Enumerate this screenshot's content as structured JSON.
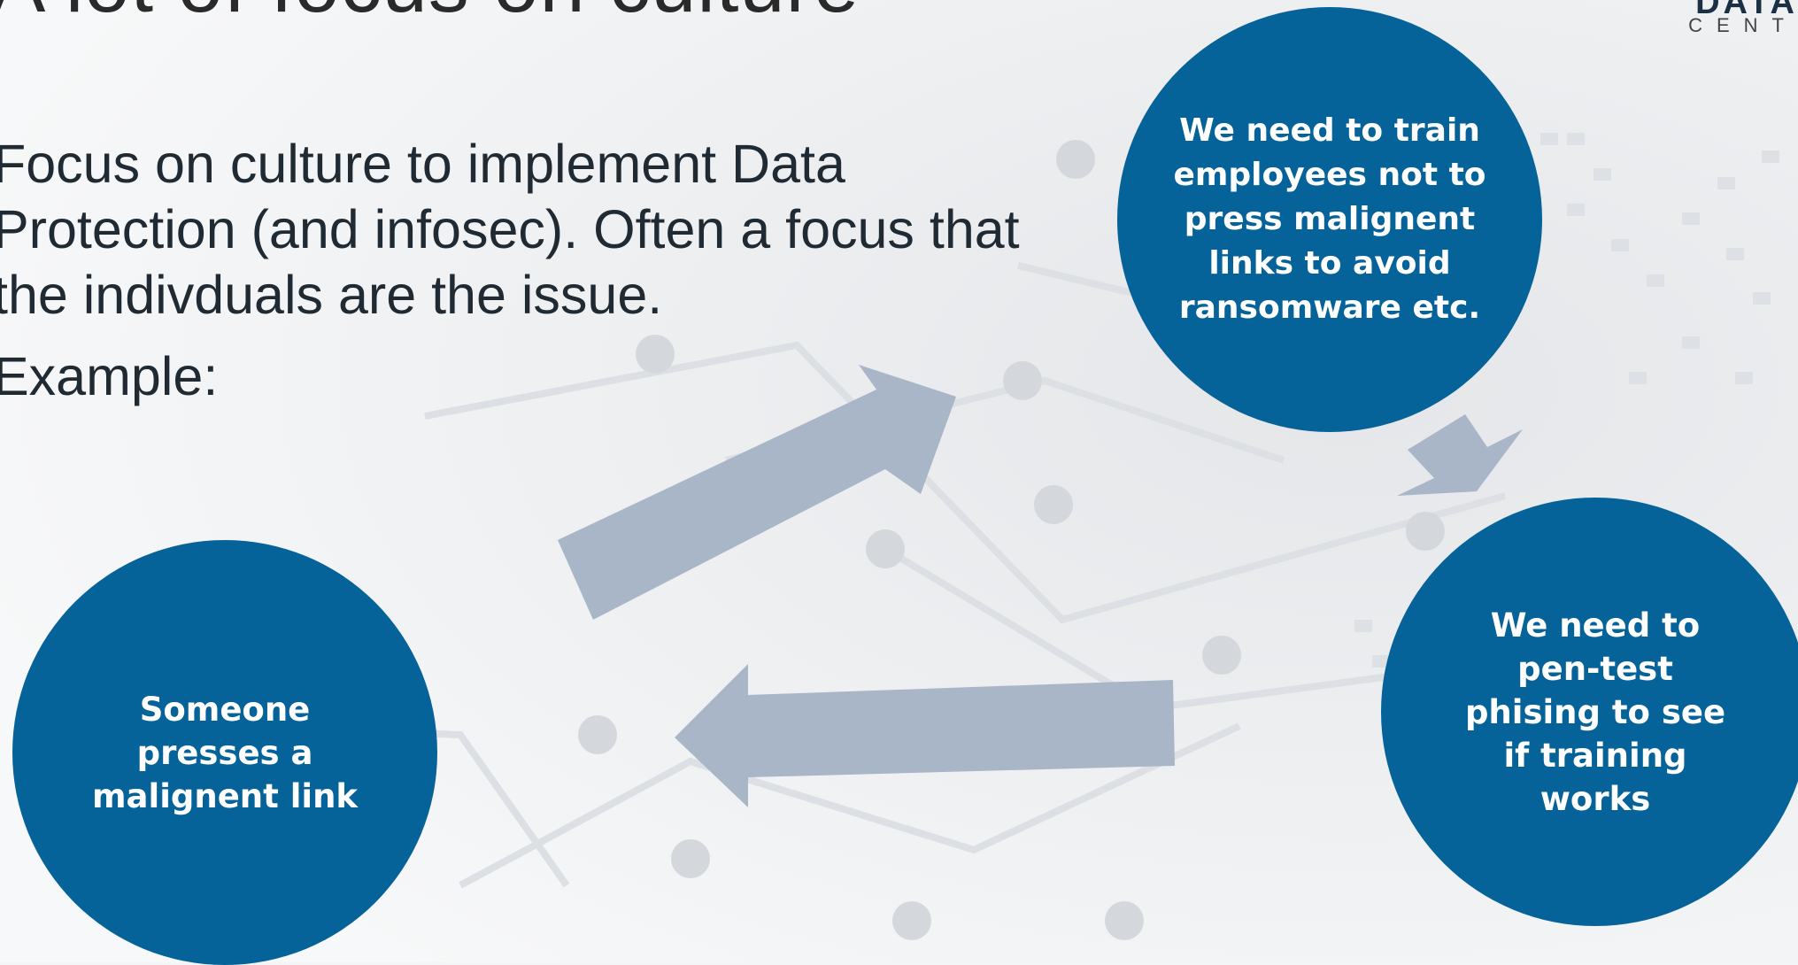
{
  "slide": {
    "title": "A lot of focus on culture",
    "paragraphs": [
      "Focus on culture to implement Data Protection (and infosec). Often a focus that the indivduals are the issue.",
      "Example:"
    ],
    "logo": {
      "main": "DATA",
      "sub": "CENT"
    }
  },
  "cycle": {
    "nodes": [
      {
        "text": "We need to train employees not to press malignent links to avoid ransomware etc."
      },
      {
        "text": "We need to pen-test phising to see if training works"
      },
      {
        "text": "Someone presses a malignent link"
      }
    ],
    "colors": {
      "node": "#066399",
      "arrow": "#a8b6c8"
    }
  }
}
